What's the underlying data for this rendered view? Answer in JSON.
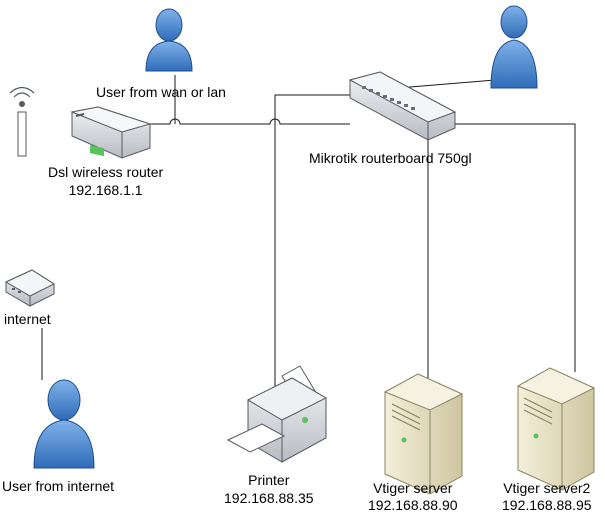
{
  "colors": {
    "link": "#1a1a1a",
    "person_fill": "#3f7fca",
    "person_stroke": "#1f4f8f",
    "device_fill": "#d6d9dd",
    "device_stroke": "#555a60",
    "server_fill": "#e8e2c6",
    "server_stroke": "#8b845f"
  },
  "nodes": {
    "user_wan_lan": {
      "label": "User from wan or lan",
      "icon": "person-icon"
    },
    "dsl_router": {
      "name": "Dsl wireless router",
      "ip": "192.168.1.1",
      "icon": "wireless-router-icon"
    },
    "mikrotik": {
      "name": "Mikrotik routerboard 750gl",
      "icon": "switch-icon"
    },
    "admin_user": {
      "icon": "person-icon"
    },
    "modem": {
      "label": "internet",
      "icon": "modem-icon"
    },
    "user_internet": {
      "label": "User from internet",
      "icon": "person-icon"
    },
    "printer": {
      "name": "Printer",
      "ip": "192.168.88.35",
      "icon": "printer-icon"
    },
    "vtiger_server": {
      "name": "Vtiger server",
      "ip": "192.168.88.90",
      "icon": "server-tower-icon"
    },
    "vtiger_server2": {
      "name": "Vtiger server2",
      "ip": "192.168.88.95",
      "icon": "server-tower-icon"
    }
  }
}
